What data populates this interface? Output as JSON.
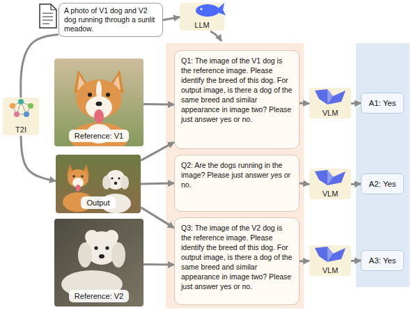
{
  "diagram": {
    "nodes": [
      {
        "text": [
          "A photo of V1 dog and V2 dog running through a sunlit meadow."
        ]
      },
      {
        "text": [
          "LLM"
        ]
      },
      {
        "text": [
          "T2I"
        ]
      },
      {
        "text": [
          "Reference: V1"
        ]
      },
      {
        "text": [
          "Output"
        ]
      },
      {
        "text": [
          "Reference: V2"
        ]
      },
      {
        "text": [
          "Q1: The image of the V1 dog is the reference image. Please identify the breed of this dog. For output image, is there a dog of the same breed and similar appearance in image two? Please just answer yes or no."
        ]
      },
      {
        "text": [
          "Q2: Are the dogs running in the image? Please just answer yes or no."
        ]
      },
      {
        "text": [
          "Q3: The image of the V2 dog is the reference image. Please identify the breed of this dog. For output image, is there a dog of the same breed and similar appearance in image two? Please just answer yes or no."
        ]
      },
      {
        "text": [
          "VLM"
        ]
      },
      {
        "text": [
          "VLM"
        ]
      },
      {
        "text": [
          "VLM"
        ]
      },
      {
        "text": [
          "A1: Yes"
        ]
      },
      {
        "text": [
          "A2: Yes"
        ]
      },
      {
        "text": [
          "A3: Yes"
        ]
      }
    ],
    "edges": [
      {
        "from": 0,
        "to": 1,
        "arrow": "to"
      },
      {
        "from": 0,
        "to": 2,
        "arrow": "none"
      },
      {
        "from": 2,
        "to": 4,
        "arrow": "to"
      },
      {
        "from": 3,
        "to": 6,
        "arrow": "to"
      },
      {
        "from": 4,
        "to": 6,
        "arrow": "to"
      },
      {
        "from": 4,
        "to": 7,
        "arrow": "to"
      },
      {
        "from": 4,
        "to": 8,
        "arrow": "to"
      },
      {
        "from": 5,
        "to": 8,
        "arrow": "to"
      },
      {
        "from": 6,
        "to": 9,
        "arrow": "to"
      },
      {
        "from": 7,
        "to": 10,
        "arrow": "to"
      },
      {
        "from": 8,
        "to": 11,
        "arrow": "to"
      },
      {
        "from": 9,
        "to": 12,
        "arrow": "to"
      },
      {
        "from": 10,
        "to": 13,
        "arrow": "to"
      },
      {
        "from": 11,
        "to": 14,
        "arrow": "to"
      }
    ]
  }
}
